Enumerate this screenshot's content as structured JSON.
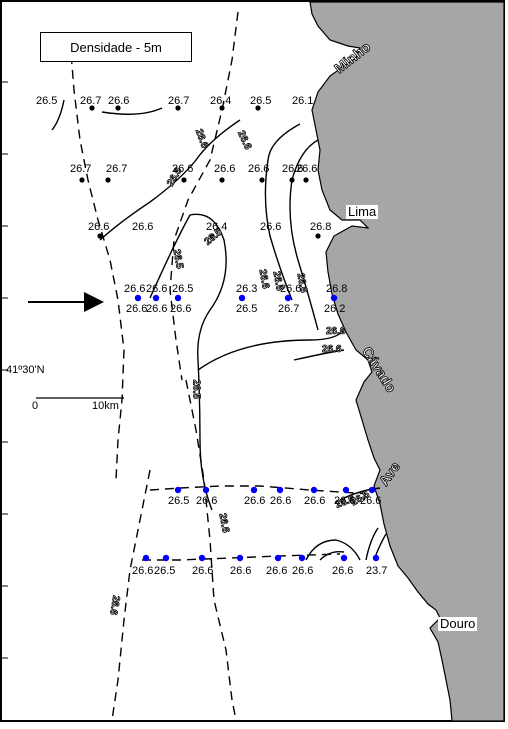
{
  "title": "Densidade - 5m",
  "latitude_label": "41º30'N",
  "scale": {
    "zero": "0",
    "distance": "10km"
  },
  "places": [
    {
      "key": "minho",
      "label": "Minho"
    },
    {
      "key": "lima",
      "label": "Lima"
    },
    {
      "key": "cavado",
      "label": "Cávado"
    },
    {
      "key": "ave",
      "label": "Ave"
    },
    {
      "key": "douro",
      "label": "Douro"
    }
  ],
  "contour_labels": [
    "26.6",
    "26.6",
    "26.6",
    "26.5",
    "26.5",
    "26.6",
    "26.6",
    "26.6",
    "26.6",
    "26.6",
    "26.5",
    "26.6",
    "26.6",
    "26.6",
    "26.5"
  ],
  "stations_row1": [
    "26.5",
    "26.7",
    "26.6",
    "26.7",
    "26.4",
    "26.5",
    "26.1"
  ],
  "stations_row2": [
    "26.7",
    "26.7",
    "26.6",
    "26.6",
    "26.6",
    "26.6",
    "26.6"
  ],
  "stations_row3": [
    "26.6",
    "26.6",
    "26.4",
    "26.6",
    "26.8"
  ],
  "stations_row4_top": [
    "26.6",
    "26.6",
    "26.5",
    "26.3",
    "26.6",
    "26.8"
  ],
  "stations_row4_bottom": [
    "26.6",
    "26.6",
    "26.6",
    "26.5",
    "26.7",
    "26.2"
  ],
  "stations_row5": [
    "26.5",
    "26.6",
    "26.6",
    "26.6",
    "26.6",
    "26.6",
    "26.6"
  ],
  "stations_row6": [
    "26.6",
    "26.5",
    "26.6",
    "26.6",
    "26.6",
    "26.6",
    "26.6",
    "23.7"
  ],
  "colors": {
    "land": "#a6a6a6",
    "sea": "#ffffff",
    "station_blue": "#0000ff",
    "station_black": "#000000"
  }
}
